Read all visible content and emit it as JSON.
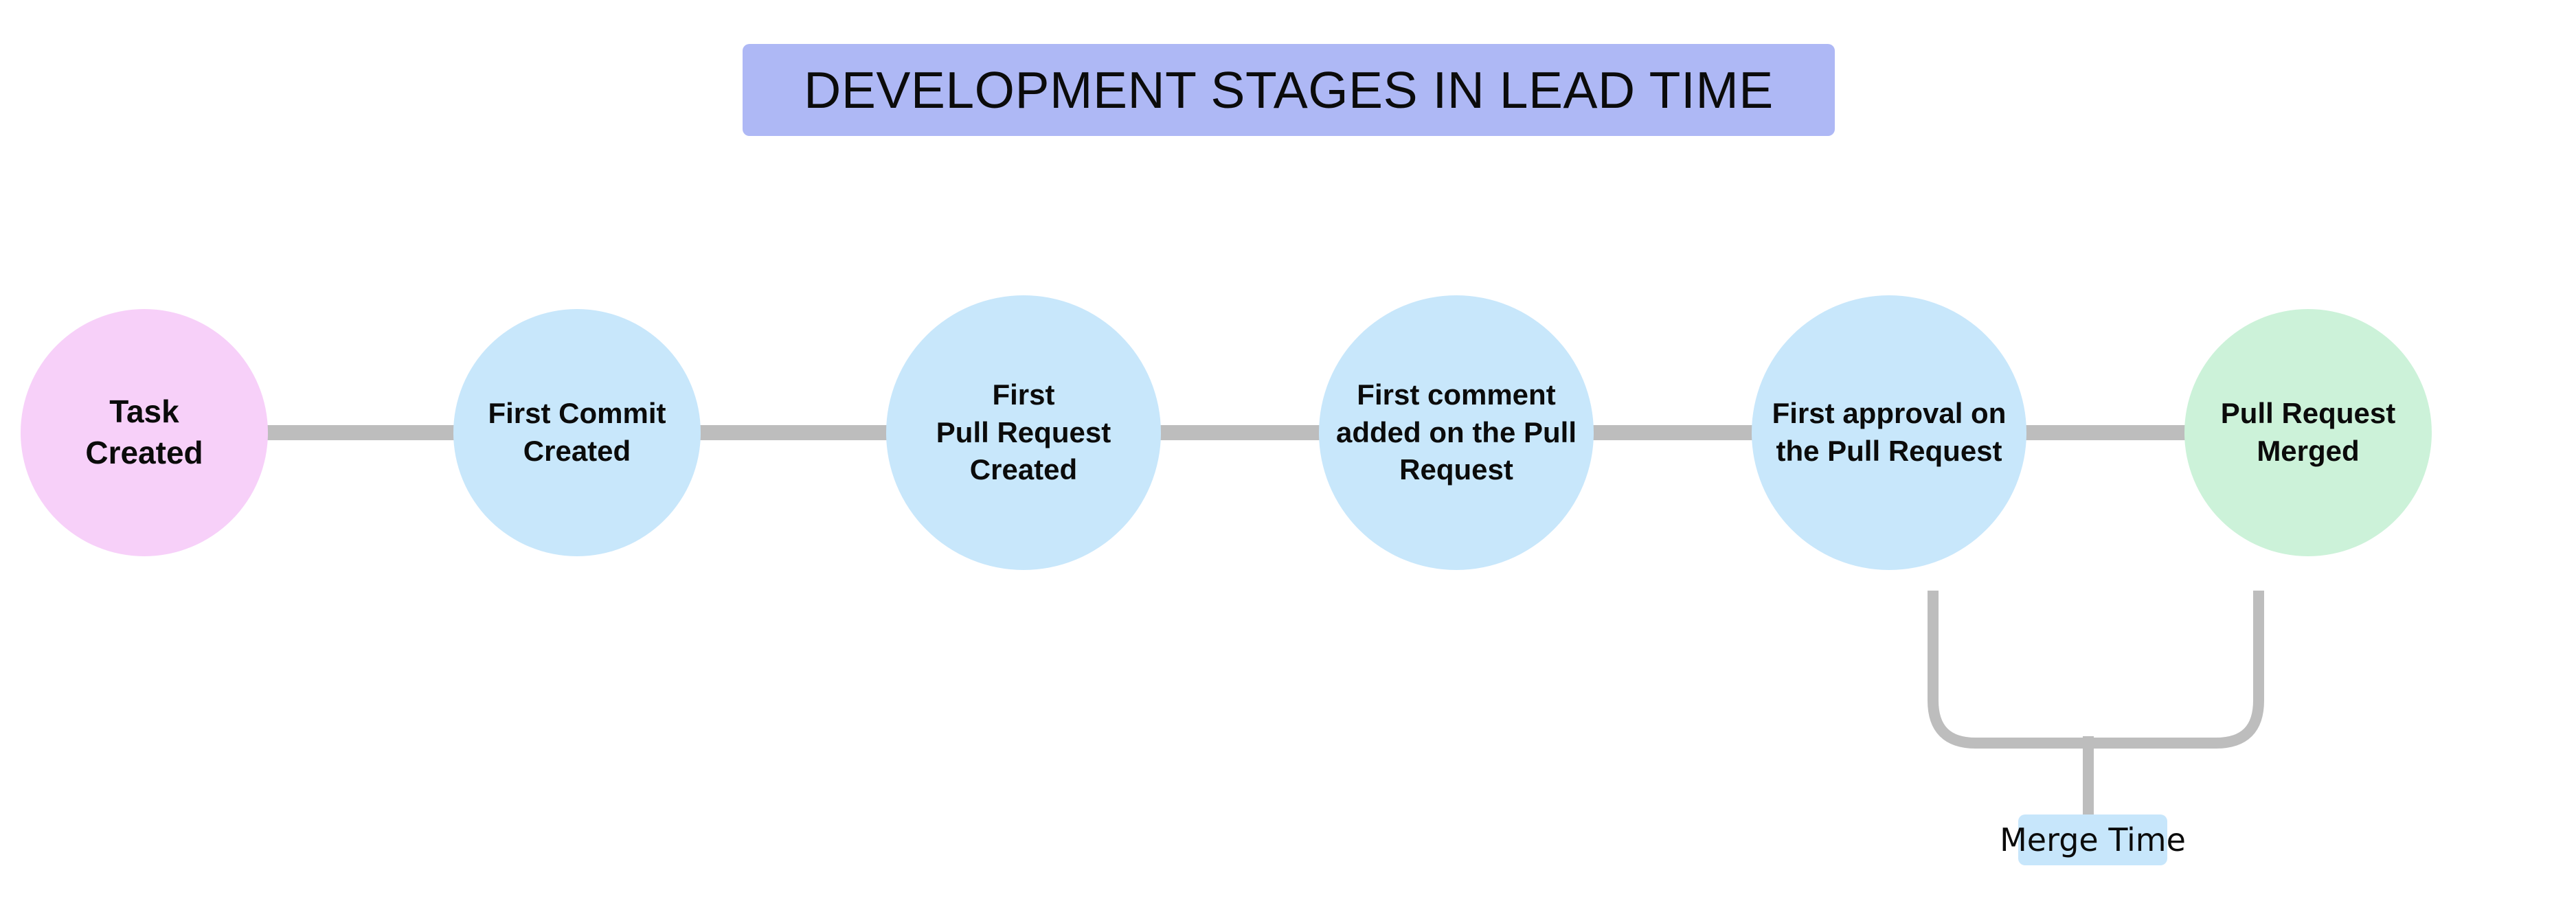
{
  "title": {
    "text": "DEVELOPMENT STAGES IN LEAD TIME",
    "background_color": "#AEB8F5",
    "text_color": "#0B0B0B"
  },
  "colors": {
    "start_node": "#F7D0F9",
    "process_node": "#C8E7FB",
    "end_node": "#CCF2D9",
    "connector": "#BDBDBD",
    "callout_chip": "#C7E6FB",
    "page_background": "#FFFFFF"
  },
  "stages": [
    {
      "id": "task-created",
      "label": "Task\nCreated",
      "fill": "#F7D0F9",
      "font_size": 46,
      "order": 1
    },
    {
      "id": "first-commit-created",
      "label": "First Commit\nCreated",
      "fill": "#C8E7FB",
      "font_size": 42,
      "order": 2
    },
    {
      "id": "first-pull-request-created",
      "label": "First\nPull Request\nCreated",
      "fill": "#C8E7FB",
      "font_size": 42,
      "order": 3
    },
    {
      "id": "first-comment-on-pull-request",
      "label": "First comment\nadded on the Pull\nRequest",
      "fill": "#C8E7FB",
      "font_size": 42,
      "order": 4
    },
    {
      "id": "first-approval-on-pull-request",
      "label": "First approval on\nthe Pull Request",
      "fill": "#C8E7FB",
      "font_size": 42,
      "order": 5
    },
    {
      "id": "pull-request-merged",
      "label": "Pull Request\nMerged",
      "fill": "#CCF2D9",
      "font_size": 42,
      "order": 6
    }
  ],
  "callouts": [
    {
      "id": "merge-time",
      "label": "Merge Time",
      "spans_from": "first-approval-on-pull-request",
      "spans_to": "pull-request-merged",
      "chip_color": "#C7E6FB"
    }
  ],
  "connectors": [
    {
      "from": "task-created",
      "to": "first-commit-created"
    },
    {
      "from": "first-commit-created",
      "to": "first-pull-request-created"
    },
    {
      "from": "first-pull-request-created",
      "to": "first-comment-on-pull-request"
    },
    {
      "from": "first-comment-on-pull-request",
      "to": "first-approval-on-pull-request"
    },
    {
      "from": "first-approval-on-pull-request",
      "to": "pull-request-merged"
    }
  ]
}
